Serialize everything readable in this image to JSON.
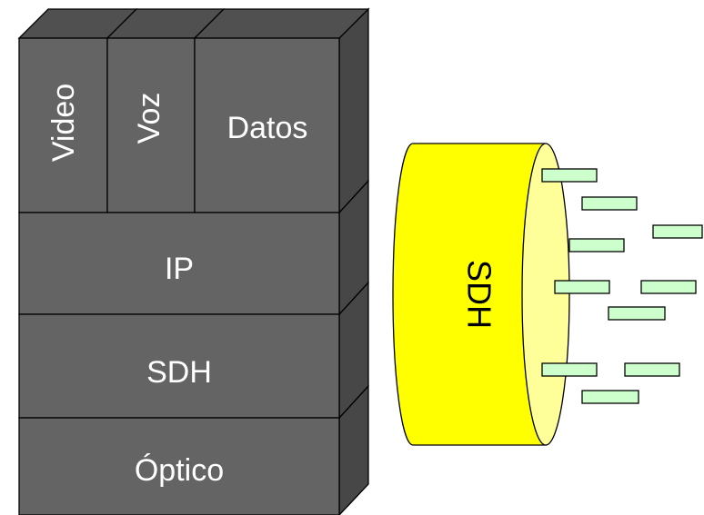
{
  "stack": {
    "top_layers": [
      "Video",
      "Voz",
      "Datos"
    ],
    "ip_label": "IP",
    "sdh_label": "SDH",
    "optical_label": "Óptico"
  },
  "pipe": {
    "label": "SDH"
  },
  "colors": {
    "block_front": "#646464",
    "block_top": "#505050",
    "block_side": "#474747",
    "outline": "#000000",
    "pipe_body": "#ffff00",
    "pipe_opening": "#ffff99",
    "packet": "#ccffcc"
  },
  "icons": {
    "packet": "data-packet-icon",
    "pipe": "sdh-pipe-cylinder"
  }
}
